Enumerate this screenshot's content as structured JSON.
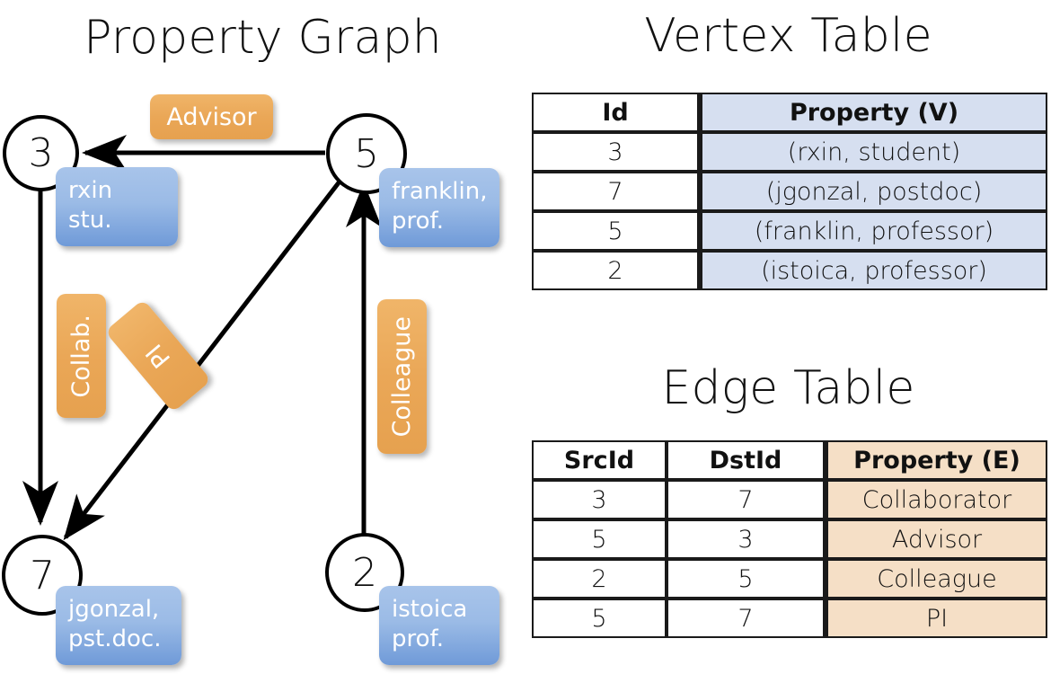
{
  "titles": {
    "property_graph": "Property Graph",
    "vertex_table": "Vertex Table",
    "edge_table": "Edge Table"
  },
  "colors": {
    "vertex_property_fill": "#d6dff0",
    "edge_property_fill": "#f5dfc6",
    "vertex_box_fill": "#9bbbe6",
    "edge_label_fill": "#eaa757",
    "stroke": "#000000",
    "background": "#ffffff"
  },
  "graph": {
    "nodes": [
      {
        "id": "3",
        "property_label": "rxin\nstu.",
        "line1": "rxin",
        "line2": "stu."
      },
      {
        "id": "5",
        "property_label": "franklin,\nprof.",
        "line1": "franklin,",
        "line2": "prof."
      },
      {
        "id": "7",
        "property_label": "jgonzal,\npst.doc.",
        "line1": "jgonzal,",
        "line2": "pst.doc."
      },
      {
        "id": "2",
        "property_label": "istoica\nprof.",
        "line1": "istoica",
        "line2": "prof."
      }
    ],
    "edge_labels": [
      {
        "name": "advisor",
        "text": "Advisor",
        "src": "5",
        "dst": "3",
        "orientation": "horizontal"
      },
      {
        "name": "collab",
        "text": "Collab.",
        "src": "3",
        "dst": "7",
        "orientation": "vertical"
      },
      {
        "name": "pi",
        "text": "PI",
        "src": "5",
        "dst": "7",
        "orientation": "diagonal"
      },
      {
        "name": "colleague",
        "text": "Colleague",
        "src": "2",
        "dst": "5",
        "orientation": "vertical"
      }
    ]
  },
  "vertex_table": {
    "headers": [
      "Id",
      "Property (V)"
    ],
    "rows": [
      {
        "id": "3",
        "property": "(rxin, student)"
      },
      {
        "id": "7",
        "property": "(jgonzal, postdoc)"
      },
      {
        "id": "5",
        "property": "(franklin, professor)"
      },
      {
        "id": "2",
        "property": "(istoica, professor)"
      }
    ]
  },
  "edge_table": {
    "headers": [
      "SrcId",
      "DstId",
      "Property (E)"
    ],
    "rows": [
      {
        "src": "3",
        "dst": "7",
        "property": "Collaborator"
      },
      {
        "src": "5",
        "dst": "3",
        "property": "Advisor"
      },
      {
        "src": "2",
        "dst": "5",
        "property": "Colleague"
      },
      {
        "src": "5",
        "dst": "7",
        "property": "PI"
      }
    ]
  }
}
